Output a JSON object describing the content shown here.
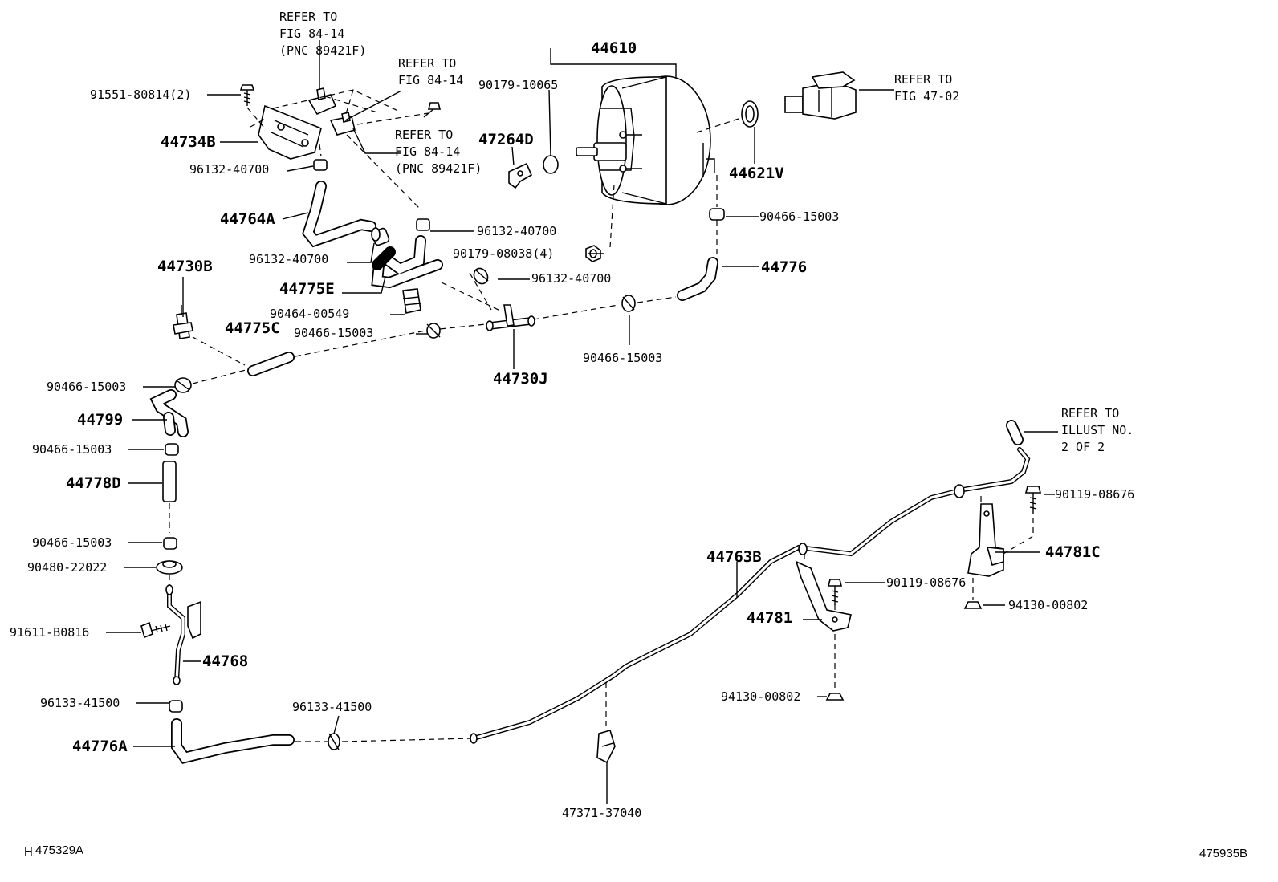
{
  "labels": {
    "refer_fig_84_14_pnc_top": [
      "REFER TO",
      "FIG 84-14",
      "(PNC 89421F)"
    ],
    "refer_fig_84_14_mid": [
      "REFER TO",
      "FIG 84-14"
    ],
    "refer_fig_84_14_pnc_mid": [
      "REFER TO",
      "FIG 84-14",
      "(PNC 89421F)"
    ],
    "refer_fig_47_02": [
      "REFER TO",
      "FIG 47-02"
    ],
    "refer_illust_no2": [
      "REFER TO",
      "ILLUST NO.",
      "2 OF 2"
    ],
    "p91551_80814": "91551-80814(2)",
    "p44734B": "44734B",
    "p96132_40700_a": "96132-40700",
    "p44764A": "44764A",
    "p96132_40700_b": "96132-40700",
    "p96132_40700_c": "96132-40700",
    "p96132_40700_d": "96132-40700",
    "p44730B": "44730B",
    "p44775E": "44775E",
    "p90464_00549": "90464-00549",
    "p44775C": "44775C",
    "p90466_15003_a": "90466-15003",
    "p90466_15003_b": "90466-15003",
    "p90466_15003_c": "90466-15003",
    "p90466_15003_d": "90466-15003",
    "p90466_15003_e": "90466-15003",
    "p90466_15003_f": "90466-15003",
    "p44799": "44799",
    "p44778D": "44778D",
    "p90480_22022": "90480-22022",
    "p91611_B0816": "91611-B0816",
    "p44768": "44768",
    "p96133_41500_a": "96133-41500",
    "p96133_41500_b": "96133-41500",
    "p44776A": "44776A",
    "p44610": "44610",
    "p90179_10065": "90179-10065",
    "p47264D": "47264D",
    "p44621V": "44621V",
    "p90179_08038": "90179-08038(4)",
    "p44776": "44776",
    "p44730J": "44730J",
    "p44763B": "44763B",
    "p44781": "44781",
    "p44781C": "44781C",
    "p90119_08676_a": "90119-08676",
    "p90119_08676_b": "90119-08676",
    "p94130_00802_a": "94130-00802",
    "p94130_00802_b": "94130-00802",
    "p47371_37040": "47371-37040",
    "footer_left_mark": "H",
    "footer_left_code": "475329A",
    "footer_right_code": "475935B"
  }
}
